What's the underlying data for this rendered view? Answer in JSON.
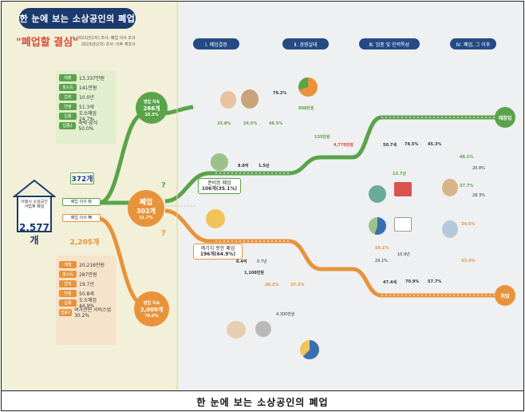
{
  "header": {
    "title": "한 눈에 보는 소상공인의 폐업",
    "subtitle": "\"폐업할 결심\"",
    "note_1": "※ 2022년(1차) 조사: 폐업 의사 조사",
    "note_2": "2023년(2차) 조사: 이후 재조사"
  },
  "stages": [
    {
      "label": "Ⅰ. 폐업결정"
    },
    {
      "label": "Ⅱ. 경영실태"
    },
    {
      "label": "Ⅲ. 업종 및 인력특성"
    },
    {
      "label": "Ⅳ. 폐업, 그 이후"
    }
  ],
  "left": {
    "start_label": "서울시 소상공인 사업체 패널",
    "start_value": "2,577개",
    "green_count": "372개",
    "orange_count": "2,205개",
    "intent_yes": "폐업 의사 有",
    "intent_no": "폐업 의사 無",
    "green_stats": [
      {
        "tag": "매출",
        "value": "13,337만원"
      },
      {
        "tag": "월소득",
        "value": "141만원"
      },
      {
        "tag": "업력",
        "value": "10.0년"
      },
      {
        "tag": "연령",
        "value": "51.3세"
      },
      {
        "tag": "업종",
        "value": "도소매업 24.7%"
      },
      {
        "tag": "업종2",
        "value": "숙박·음식 50.0%"
      }
    ],
    "orange_stats": [
      {
        "tag": "매출",
        "value": "20,216만원"
      },
      {
        "tag": "월소득",
        "value": "287만원"
      },
      {
        "tag": "업력",
        "value": "19.7년"
      },
      {
        "tag": "연령",
        "value": "50.8세"
      },
      {
        "tag": "업종",
        "value": "도소매업 44.9%"
      },
      {
        "tag": "업종2",
        "value": "여가관련 서비스업 30.2%"
      }
    ]
  },
  "nodes": {
    "keep_top": {
      "label": "영업 지속",
      "value": "266개",
      "pct": "10.3%"
    },
    "closure": {
      "label": "폐업",
      "value": "302개",
      "pct": "11.7%"
    },
    "keep_bottom": {
      "label": "영업 지속",
      "value": "2,009개",
      "pct": "78.0%"
    },
    "prepared": {
      "label": "준비된 폐업",
      "value": "106개(35.1%)"
    },
    "unprepared": {
      "label": "예기치 못한 폐업",
      "value": "196개(64.9%)"
    },
    "reopen": {
      "label": "재창업"
    },
    "job": {
      "label": "취업"
    }
  },
  "metrics_top": [
    {
      "text": "35.8%"
    },
    {
      "text": "24.5%"
    },
    {
      "text": "46.5%"
    },
    {
      "text": "79.2%"
    },
    {
      "text": "8.8억"
    },
    {
      "text": "1.5년"
    },
    {
      "text": "808만원"
    },
    {
      "text": "135만원"
    },
    {
      "text": "4,770만원"
    },
    {
      "text": "50.7세"
    },
    {
      "text": "74.5%"
    },
    {
      "text": "45.3%"
    },
    {
      "text": "13.7년"
    },
    {
      "text": "48.1%"
    },
    {
      "text": "37.7%"
    },
    {
      "text": "28.3%"
    }
  ],
  "metrics_bottom": [
    {
      "text": "6.4억"
    },
    {
      "text": "0.7년"
    },
    {
      "text": "1,108만원"
    },
    {
      "text": "26.2%"
    },
    {
      "text": "37.5%"
    },
    {
      "text": "56.1%"
    },
    {
      "text": "29.1%"
    },
    {
      "text": "10.9년"
    },
    {
      "text": "47.4세"
    },
    {
      "text": "70.9%"
    },
    {
      "text": "57.7%"
    },
    {
      "text": "4,300만원"
    },
    {
      "text": "34.6%"
    },
    {
      "text": "33.3%"
    },
    {
      "text": "20.8%"
    }
  ],
  "caption": "한 눈에 보는 소상공인의 폐업",
  "colors": {
    "navy": "#1b3a6e",
    "green": "#5aa34a",
    "orange": "#e8933a",
    "red_title": "#d94a3a"
  }
}
